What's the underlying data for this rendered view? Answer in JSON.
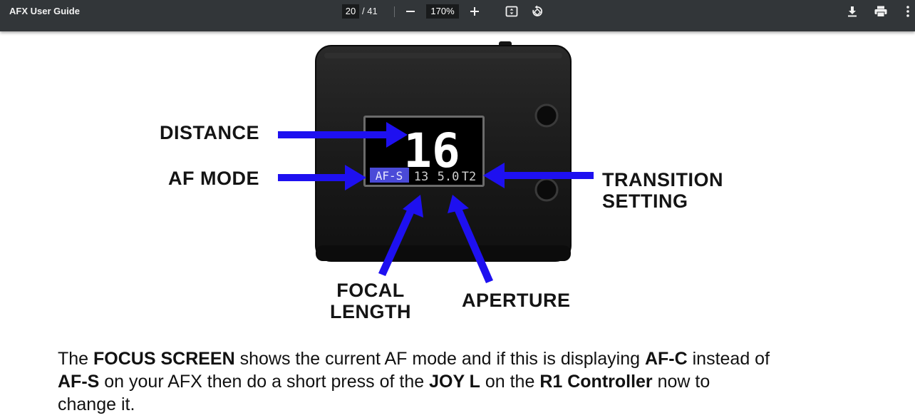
{
  "toolbar": {
    "title": "AFX User Guide",
    "current_page": "20",
    "total_pages": "/ 41",
    "zoom": "170%",
    "icons": [
      "minus-icon",
      "plus-icon",
      "fit-page-icon",
      "rotate-icon",
      "download-icon",
      "print-icon",
      "more-icon"
    ]
  },
  "figure": {
    "screen": {
      "distance_value": "16",
      "af_mode": "AF-S",
      "focal_value": "13",
      "aperture_value": "5.0",
      "transition_value": "T2"
    },
    "labels": {
      "distance": "DISTANCE",
      "af_mode": "AF MODE",
      "transition_line1": "TRANSITION",
      "transition_line2": "SETTING",
      "focal_line1": "FOCAL",
      "focal_line2": "LENGTH",
      "aperture": "APERTURE"
    },
    "colors": {
      "arrow": "#1e10f0",
      "af_badge": "#4a4ad8",
      "device": "#1a1a1a"
    }
  },
  "paragraph": {
    "t1": "The ",
    "b1": "FOCUS SCREEN",
    "t2": " shows the current AF mode and if this is displaying ",
    "b2": "AF-C",
    "t3": " instead of",
    "b3": "AF-S",
    "t4": " on your AFX then do a short press of the ",
    "b4": "JOY L",
    "t5": " on the ",
    "b5": "R1 Controller",
    "t6": " now to",
    "t7": "change it."
  }
}
